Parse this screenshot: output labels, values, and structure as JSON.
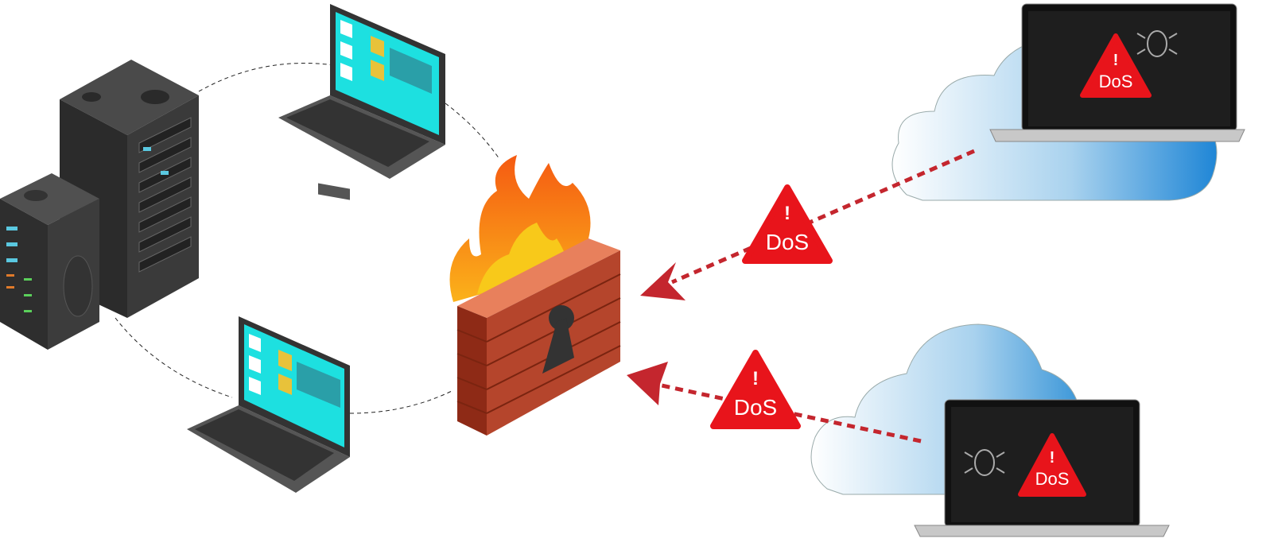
{
  "diagram": {
    "attack_label": "DoS",
    "warning_symbol": "!",
    "labels": {
      "attack_1": "DoS",
      "attack_2": "DoS",
      "screen_1": "DoS",
      "screen_2": "DoS"
    },
    "icons": [
      "server-rack-icon",
      "laptop-icon",
      "firewall-icon",
      "flame-icon",
      "keyhole-icon",
      "cloud-icon",
      "warning-triangle-icon",
      "bug-icon"
    ],
    "colors": {
      "attack": "#c4262e",
      "warning": "#e8141b",
      "brick": "#b5452c",
      "screen": "#1de0e0",
      "cloud": "#3a96d8"
    }
  }
}
